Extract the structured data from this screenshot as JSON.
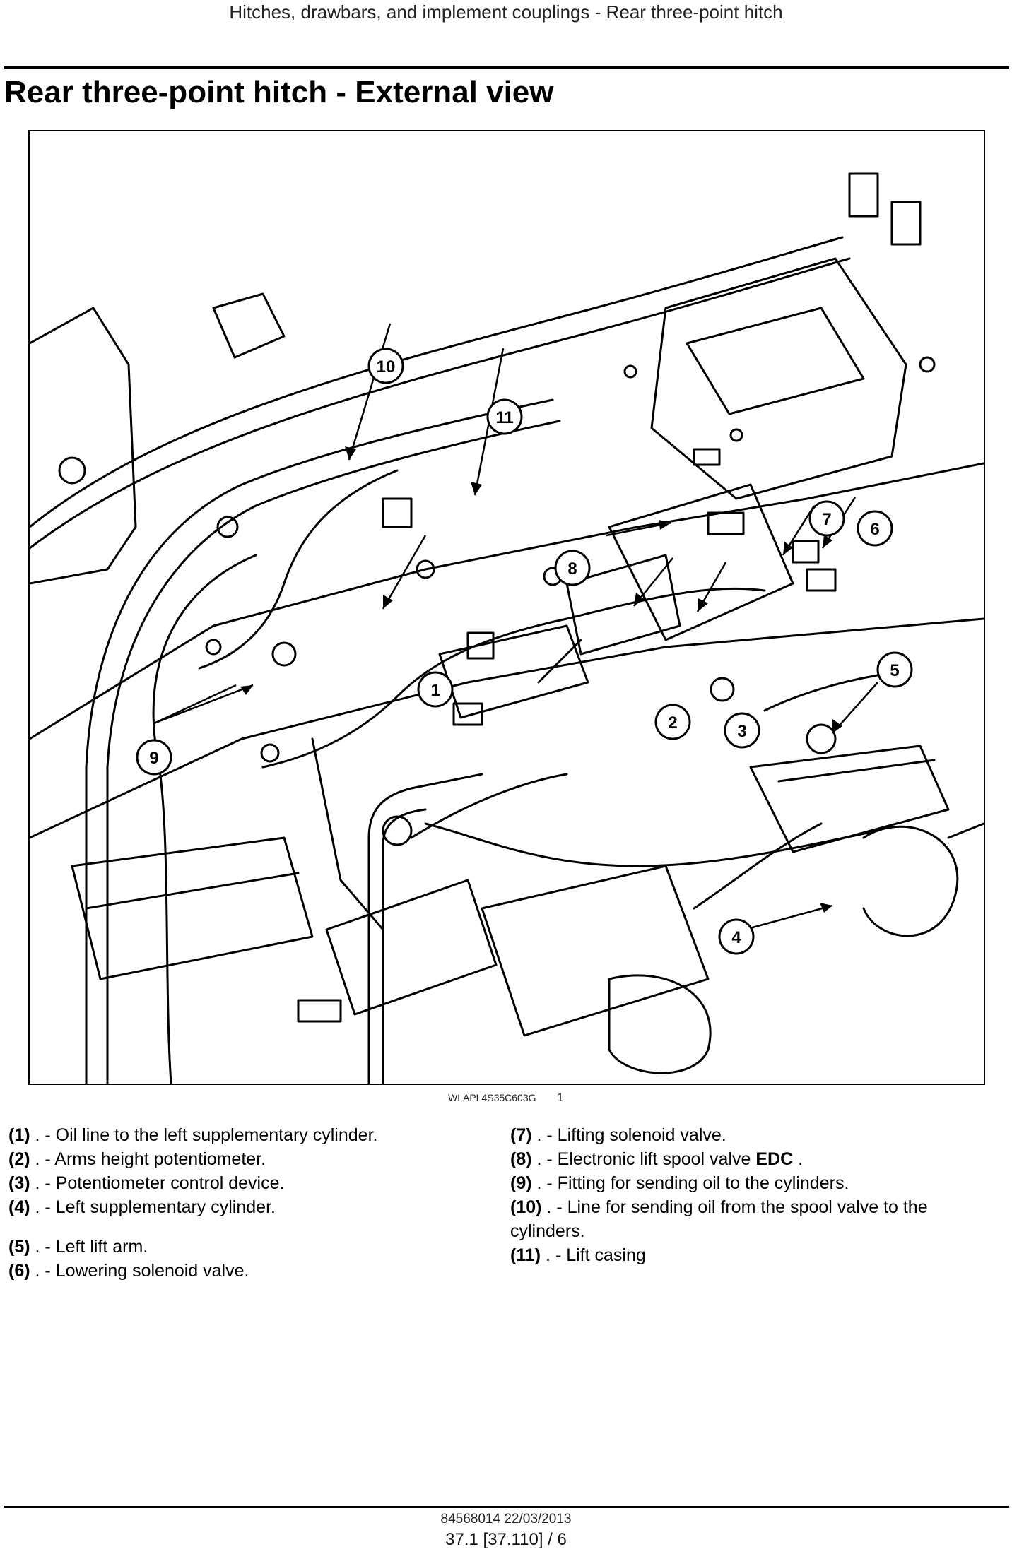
{
  "header": {
    "running_head": "Hitches, drawbars, and implement couplings - Rear three-point hitch"
  },
  "page_title": "Rear three-point hitch - External view",
  "figure": {
    "callouts": [
      "1",
      "2",
      "3",
      "4",
      "5",
      "6",
      "7",
      "8",
      "9",
      "10",
      "11"
    ],
    "caption_code": "WLAPL4S35C603G",
    "figure_number": "1"
  },
  "legend": {
    "left": [
      {
        "num": "(1)",
        "text": ". - Oil line to the left supplementary cylinder."
      },
      {
        "num": "(2)",
        "text": ". - Arms height potentiometer."
      },
      {
        "num": "(3)",
        "text": ". - Potentiometer control device."
      },
      {
        "num": "(4)",
        "text": ". - Left supplementary cylinder."
      },
      {
        "num": "(5)",
        "text": ". - Left lift arm."
      },
      {
        "num": "(6)",
        "text": ". - Lowering solenoid valve."
      }
    ],
    "right": [
      {
        "num": "(7)",
        "text": ". - Lifting solenoid valve."
      },
      {
        "num": "(8)",
        "text": ". - Electronic lift spool valve ",
        "bold": "EDC",
        "tail": " ."
      },
      {
        "num": "(9)",
        "text": ". - Fitting for sending oil to the cylinders."
      },
      {
        "num": "(10)",
        "text": ". - Line for sending oil from the spool valve to the cylinders."
      },
      {
        "num": "(11)",
        "text": ". - Lift casing"
      }
    ]
  },
  "footer": {
    "doc_line": "84568014 22/03/2013",
    "page_ref": "37.1 [37.110] / 6"
  }
}
